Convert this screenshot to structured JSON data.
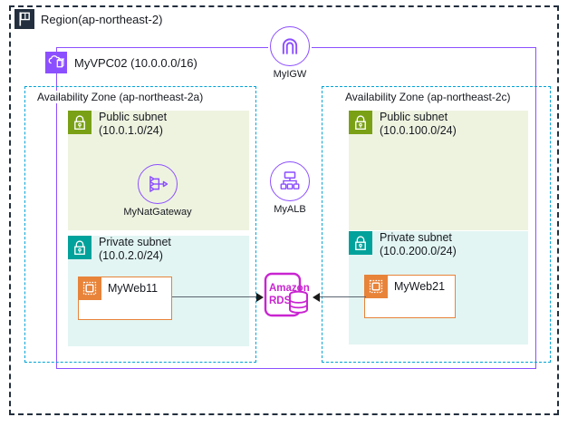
{
  "diagram": {
    "region": {
      "label": "Region(ap-northeast-2)",
      "icon": "region-flag-icon",
      "color": "#232f3e"
    },
    "vpc": {
      "label": "MyVPC02 (10.0.0.0/16)",
      "icon": "vpc-cloud-icon",
      "color": "#8c4fff"
    },
    "internet_gateway": {
      "label": "MyIGW",
      "icon": "internet-gateway-icon",
      "color": "#8c4fff"
    },
    "load_balancer": {
      "label": "MyALB",
      "icon": "application-load-balancer-icon",
      "color": "#8c4fff"
    },
    "database": {
      "line1": "Amazon",
      "line2": "RDS",
      "icon": "amazon-rds-icon",
      "color": "#c925d1"
    },
    "availability_zones": [
      {
        "title": "Availability Zone (ap-northeast-2a)",
        "color": "#00a4d7",
        "subnets": [
          {
            "type": "public",
            "name": "Public subnet",
            "cidr": "(10.0.1.0/24)",
            "icon": "public-subnet-lock-icon",
            "color": "#7aa116",
            "fill": "#eef3e0",
            "node": {
              "label": "MyNatGateway",
              "icon": "nat-gateway-icon",
              "color": "#8c4fff"
            }
          },
          {
            "type": "private",
            "name": "Private subnet",
            "cidr": "(10.0.2.0/24)",
            "icon": "private-subnet-lock-icon",
            "color": "#00a29b",
            "fill": "#e2f5f3",
            "instance": {
              "label": "MyWeb11",
              "icon": "ec2-instance-icon",
              "color": "#e8833a"
            }
          }
        ]
      },
      {
        "title": "Availability Zone (ap-northeast-2c)",
        "color": "#00a4d7",
        "subnets": [
          {
            "type": "public",
            "name": "Public subnet",
            "cidr": "(10.0.100.0/24)",
            "icon": "public-subnet-lock-icon",
            "color": "#7aa116",
            "fill": "#eef3e0"
          },
          {
            "type": "private",
            "name": "Private subnet",
            "cidr": "(10.0.200.0/24)",
            "icon": "private-subnet-lock-icon",
            "color": "#00a29b",
            "fill": "#e2f5f3",
            "instance": {
              "label": "MyWeb21",
              "icon": "ec2-instance-icon",
              "color": "#e8833a"
            }
          }
        ]
      }
    ],
    "connections": [
      {
        "from": "MyWeb11",
        "to": "Amazon RDS",
        "direction": "right"
      },
      {
        "from": "MyWeb21",
        "to": "Amazon RDS",
        "direction": "left"
      }
    ]
  }
}
